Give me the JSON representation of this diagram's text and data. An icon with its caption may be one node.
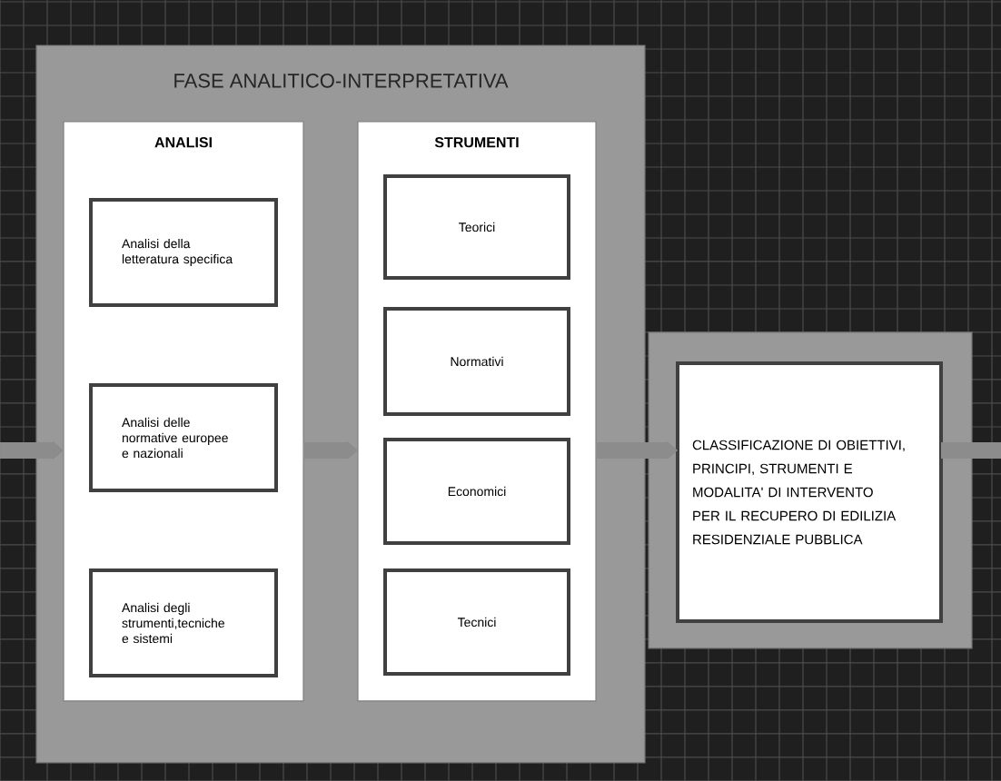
{
  "diagram": {
    "nodes": [
      {
        "text": [
          "FASE ANALITICO-INTERPRETATIVA"
        ]
      },
      {
        "text": [
          "ANALISI"
        ],
        "in": 0
      },
      {
        "text": [
          "Analisi della letteratura specifica"
        ],
        "in": 1
      },
      {
        "text": [
          "Analisi delle normative europee e nazionali"
        ],
        "in": 1
      },
      {
        "text": [
          "Analisi degli strumenti,tecniche e sistemi"
        ],
        "in": 1
      },
      {
        "text": [
          "STRUMENTI"
        ],
        "in": 0
      },
      {
        "text": [
          "Teorici"
        ],
        "in": 5
      },
      {
        "text": [
          "Normativi"
        ],
        "in": 5
      },
      {
        "text": [
          "Economici"
        ],
        "in": 5
      },
      {
        "text": [
          "Tecnici"
        ],
        "in": 5
      },
      {
        "text": [],
        "shape": "box"
      },
      {
        "text": [
          "CLASSIFICAZIONE DI OBIETTIVI, PRINCIPI, STRUMENTI E MODALITA' DI INTERVENTO PER IL RECUPERO DI EDILIZIA RESIDENZIALE PUBBLICA"
        ],
        "in": 10
      }
    ],
    "edges": [
      {
        "from": null,
        "to": 1,
        "arrow": "to"
      },
      {
        "from": 1,
        "to": 5,
        "arrow": "to"
      },
      {
        "from": 5,
        "to": 11,
        "arrow": "to"
      },
      {
        "from": 11,
        "to": null,
        "arrow": "none"
      }
    ]
  }
}
